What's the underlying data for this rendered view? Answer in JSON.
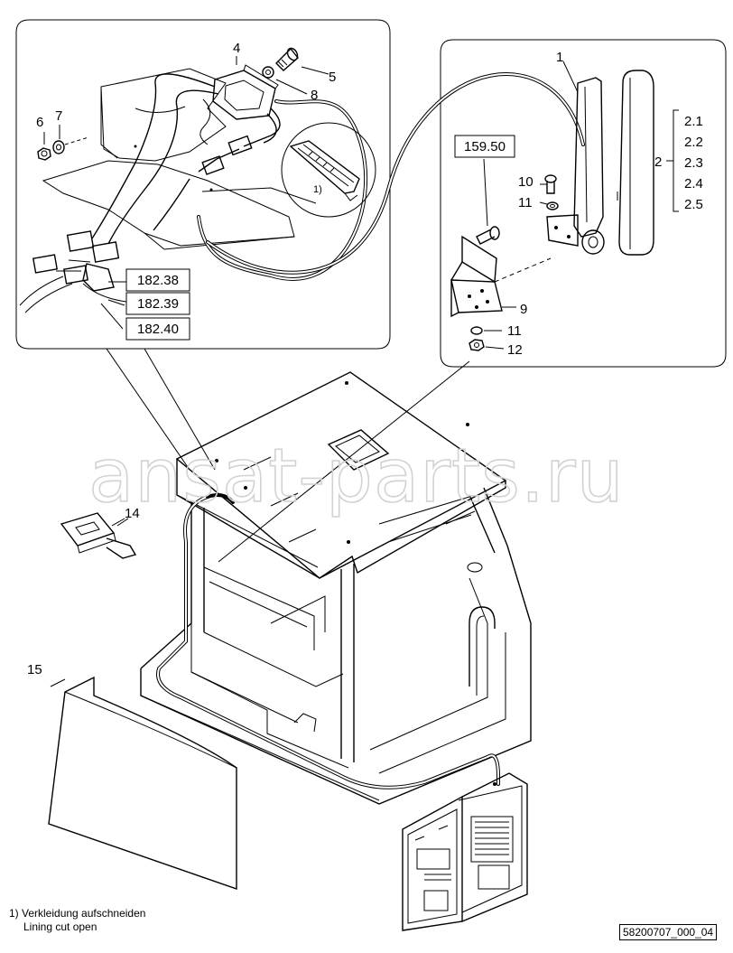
{
  "labels": {
    "p1": "1",
    "p2": "2",
    "p4": "4",
    "p5": "5",
    "p6": "6",
    "p7": "7",
    "p8": "8",
    "p9": "9",
    "p10": "10",
    "p11a": "11",
    "p11b": "11",
    "p12": "12",
    "p14": "14",
    "p15": "15",
    "p1note": "1)"
  },
  "variants": [
    "2.1",
    "2.2",
    "2.3",
    "2.4",
    "2.5"
  ],
  "refs": {
    "r15950": "159.50",
    "r18238": "182.38",
    "r18239": "182.39",
    "r18240": "182.40"
  },
  "watermark": "ansat-parts.ru",
  "footnote": {
    "line1": "1) Verkleidung aufschneiden",
    "line2": "Lining cut open"
  },
  "doc_id": "58200707_000_04"
}
